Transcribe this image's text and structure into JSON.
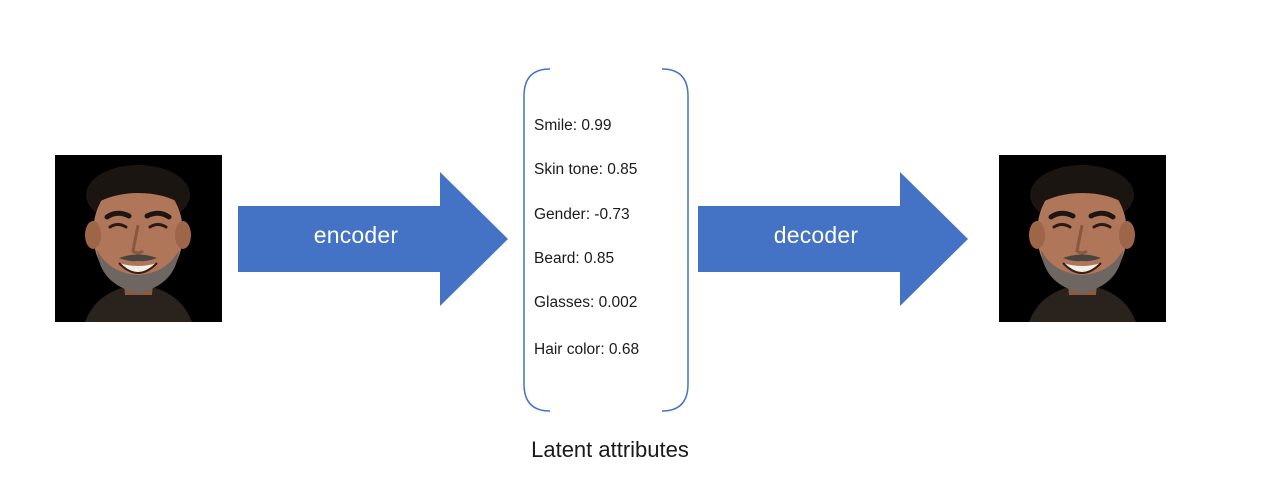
{
  "colors": {
    "arrow_fill": "#4472C4",
    "bracket_stroke": "#4472C4",
    "face_background": "#000000",
    "text": "#1a1a1a",
    "arrow_text": "#ffffff"
  },
  "input_image": {
    "icon": "smiling-bearded-man-face-photo"
  },
  "output_image": {
    "icon": "smiling-bearded-man-face-photo"
  },
  "encoder": {
    "label": "encoder"
  },
  "decoder": {
    "label": "decoder"
  },
  "latent": {
    "caption": "Latent attributes",
    "attributes": [
      {
        "text": "Smile: 0.99"
      },
      {
        "text": "Skin tone: 0.85"
      },
      {
        "text": "Gender: -0.73"
      },
      {
        "text": "Beard: 0.85"
      },
      {
        "text": "Glasses: 0.002"
      },
      {
        "text": "Hair color: 0.68"
      }
    ]
  }
}
